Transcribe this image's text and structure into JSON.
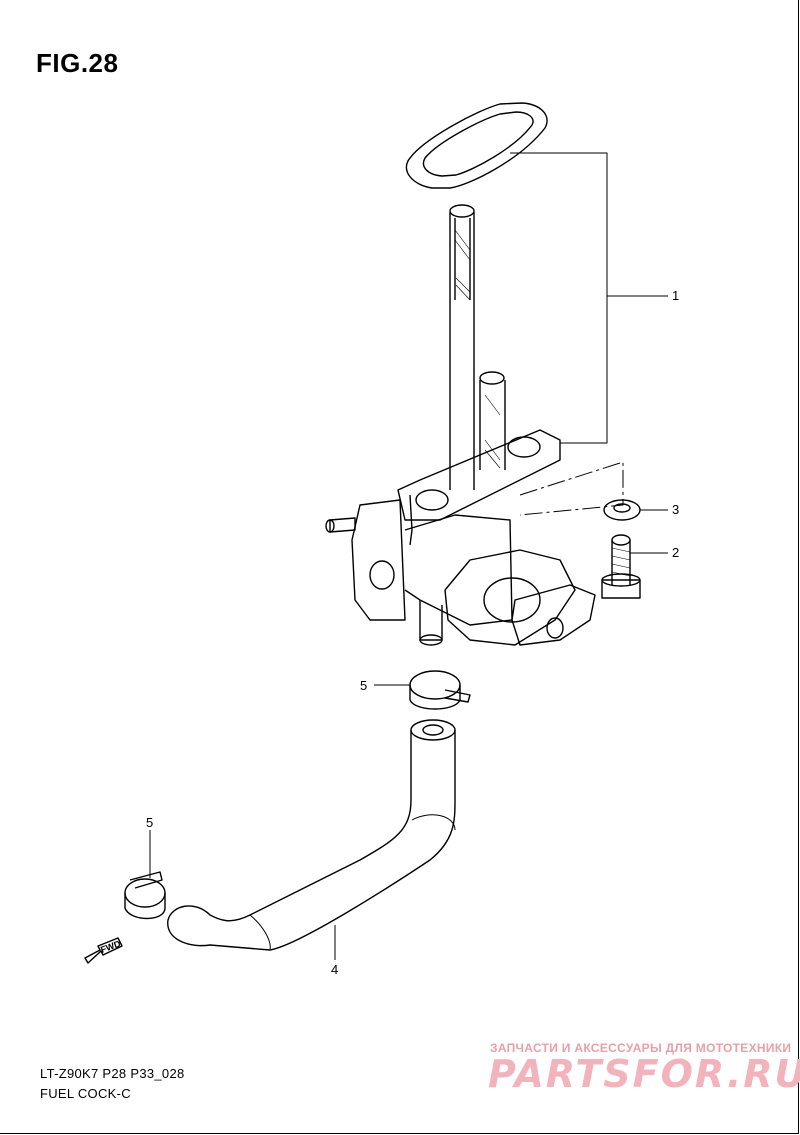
{
  "figure": {
    "title": "FIG.28"
  },
  "callouts": [
    {
      "number": "1",
      "part": "fuel-cock-assembly"
    },
    {
      "number": "3",
      "part": "washer"
    },
    {
      "number": "2",
      "part": "bolt"
    },
    {
      "number": "5",
      "part": "hose-clip-upper"
    },
    {
      "number": "5",
      "part": "hose-clip-lower"
    },
    {
      "number": "4",
      "part": "fuel-hose"
    }
  ],
  "direction_label": "FWD",
  "footer": {
    "model_code": "LT-Z90K7 P28 P33_028",
    "section_name": "FUEL COCK-C"
  },
  "watermark": {
    "tagline": "ЗАПЧАСТИ И АКСЕССУАРЫ ДЛЯ МОТОТЕХНИКИ",
    "logo": "PARTSFOR.RU",
    "color": "#f3b3bd"
  }
}
